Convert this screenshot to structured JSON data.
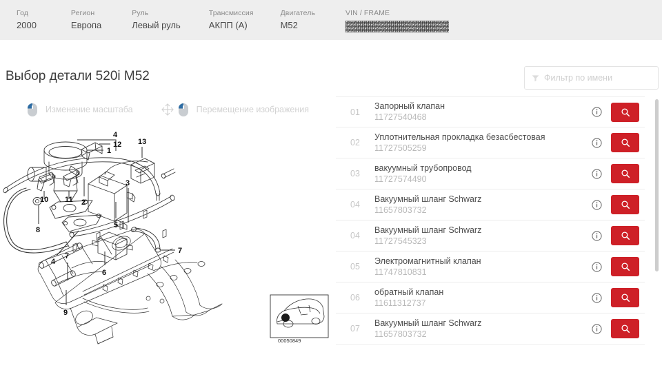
{
  "spec_bar": {
    "fields": [
      {
        "label": "Год",
        "value": "2000"
      },
      {
        "label": "Регион",
        "value": "Европа"
      },
      {
        "label": "Руль",
        "value": "Левый руль"
      },
      {
        "label": "Трансмиссия",
        "value": "АКПП (A)"
      },
      {
        "label": "Двигатель",
        "value": "M52"
      },
      {
        "label": "VIN / FRAME",
        "value": ""
      }
    ]
  },
  "page": {
    "title": "Выбор детали 520i M52"
  },
  "filter": {
    "placeholder": "Фильтр по имени",
    "value": "",
    "icon": "funnel-icon"
  },
  "hints": [
    {
      "icon": "mouse-scroll-icon",
      "label": "Изменение масштаба"
    },
    {
      "icon": "mouse-drag-icon",
      "label": "Перемещение изображения"
    }
  ],
  "diagram": {
    "callouts": [
      "1",
      "2",
      "3",
      "4",
      "5",
      "6",
      "7",
      "7",
      "8",
      "9",
      "10",
      "11",
      "12",
      "13",
      "4"
    ],
    "inset_id": "00050849"
  },
  "colors": {
    "accent_red": "#ce2027",
    "header_bg": "#eeeeee",
    "row_border": "#ededed",
    "muted_text": "#b9b9b9"
  },
  "parts": [
    {
      "index": "01",
      "name": "Запорный клапан",
      "number": "11727540468"
    },
    {
      "index": "02",
      "name": "Уплотнительная прокладка безасбестовая",
      "number": "11727505259"
    },
    {
      "index": "03",
      "name": "вакуумный трубопровод",
      "number": "11727574490"
    },
    {
      "index": "04",
      "name": "Вакуумный шланг Schwarz",
      "number": "11657803732"
    },
    {
      "index": "04",
      "name": "Вакуумный шланг Schwarz",
      "number": "11727545323"
    },
    {
      "index": "05",
      "name": "Электромагнитный клапан",
      "number": "11747810831"
    },
    {
      "index": "06",
      "name": "обратный клапан",
      "number": "11611312737"
    },
    {
      "index": "07",
      "name": "Вакуумный шланг Schwarz",
      "number": "11657803732"
    }
  ]
}
